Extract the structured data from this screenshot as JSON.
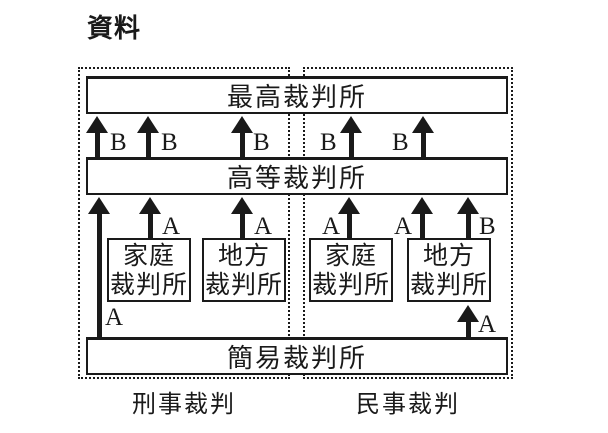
{
  "title": "資料",
  "arrow_labels": {
    "a": "A",
    "b": "B"
  },
  "courts": {
    "supreme": "最高裁判所",
    "high": "高等裁判所",
    "summary": "簡易裁判所",
    "family": {
      "line1": "家庭",
      "line2": "裁判所"
    },
    "district": {
      "line1": "地方",
      "line2": "裁判所"
    }
  },
  "sections": {
    "criminal": "刑事裁判",
    "civil": "民事裁判"
  },
  "colors": {
    "ink": "#1a1a1a",
    "paper": "#ffffff"
  }
}
